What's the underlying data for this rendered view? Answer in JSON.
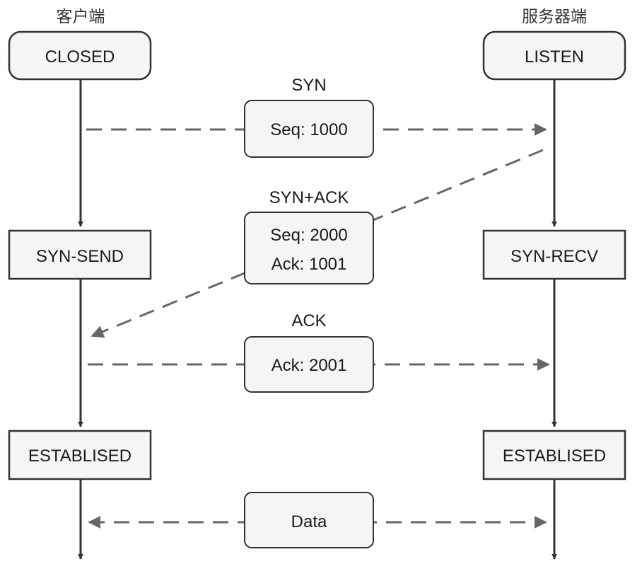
{
  "headers": {
    "client": "客户端",
    "server": "服务器端"
  },
  "client_states": {
    "closed": "CLOSED",
    "syn_send": "SYN-SEND",
    "established": "ESTABLISED"
  },
  "server_states": {
    "listen": "LISTEN",
    "syn_recv": "SYN-RECV",
    "established": "ESTABLISED"
  },
  "messages": {
    "syn": {
      "title": "SYN",
      "line1": "Seq: 1000"
    },
    "syn_ack": {
      "title": "SYN+ACK",
      "line1": "Seq: 2000",
      "line2": "Ack: 1001"
    },
    "ack": {
      "title": "ACK",
      "line1": "Ack: 2001"
    },
    "data": {
      "line1": "Data"
    }
  },
  "colors": {
    "solid_line": "#333333",
    "dashed_line": "#666666",
    "box_fill": "#f5f5f5",
    "box_stroke": "#333333"
  }
}
